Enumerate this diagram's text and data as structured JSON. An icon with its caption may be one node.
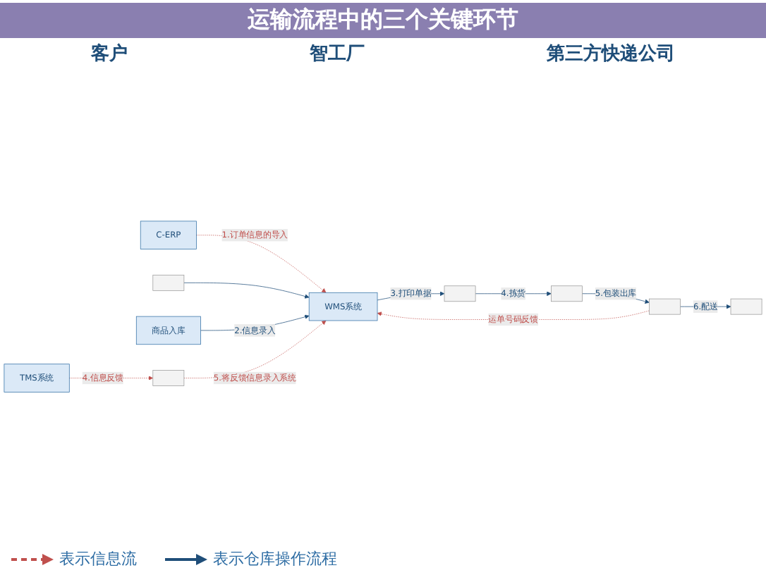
{
  "diagram": {
    "title": "运输流程中的三个关键环节",
    "nodes": [
      {
        "text": [
          "C-ERP"
        ]
      },
      {
        "text": [
          "WMS系统"
        ]
      },
      {
        "text": [],
        "shape": "box"
      },
      {
        "text": [
          "TMS系统"
        ]
      },
      {
        "text": [],
        "shape": "box"
      },
      {
        "text": [
          "商品入库"
        ]
      },
      {
        "text": [],
        "shape": "box"
      },
      {
        "text": [],
        "shape": "box"
      },
      {
        "text": [],
        "shape": "box"
      },
      {
        "text": [],
        "shape": "box"
      }
    ],
    "edges": [
      {
        "from": 0,
        "to": 1,
        "arrow": "to",
        "label": "1.订单信息的导入",
        "style": "dashed",
        "color": "#c0504d"
      },
      {
        "from": 4,
        "to": 1,
        "arrow": "to",
        "color": "#1f4e79"
      },
      {
        "from": 5,
        "to": 1,
        "arrow": "to",
        "label": "2.信息录入",
        "color": "#1f4e79"
      },
      {
        "from": 1,
        "to": 6,
        "arrow": "to",
        "label": "3.打印单据",
        "color": "#1f4e79"
      },
      {
        "from": 6,
        "to": 7,
        "arrow": "to",
        "label": "4.拣货",
        "color": "#1f4e79"
      },
      {
        "from": 7,
        "to": 8,
        "arrow": "to",
        "label": "5.包装出库",
        "color": "#1f4e79"
      },
      {
        "from": 8,
        "to": 9,
        "arrow": "to",
        "label": "6.配送",
        "color": "#1f4e79"
      },
      {
        "from": 8,
        "to": 1,
        "arrow": "to",
        "label": "运单号码反馈",
        "style": "dashed",
        "color": "#c0504d"
      },
      {
        "from": 3,
        "to": 2,
        "arrow": "to",
        "label": "4.信息反馈",
        "style": "dashed",
        "color": "#c0504d"
      },
      {
        "from": 2,
        "to": 1,
        "arrow": "to",
        "label": "5.将反馈信息录入系统",
        "style": "dashed",
        "color": "#c0504d"
      }
    ],
    "labels": [
      "客户",
      "智工厂",
      "第三方快递公司"
    ],
    "legend": [
      {
        "text": "表示信息流"
      },
      {
        "text": "表示仓库操作流程"
      }
    ]
  }
}
